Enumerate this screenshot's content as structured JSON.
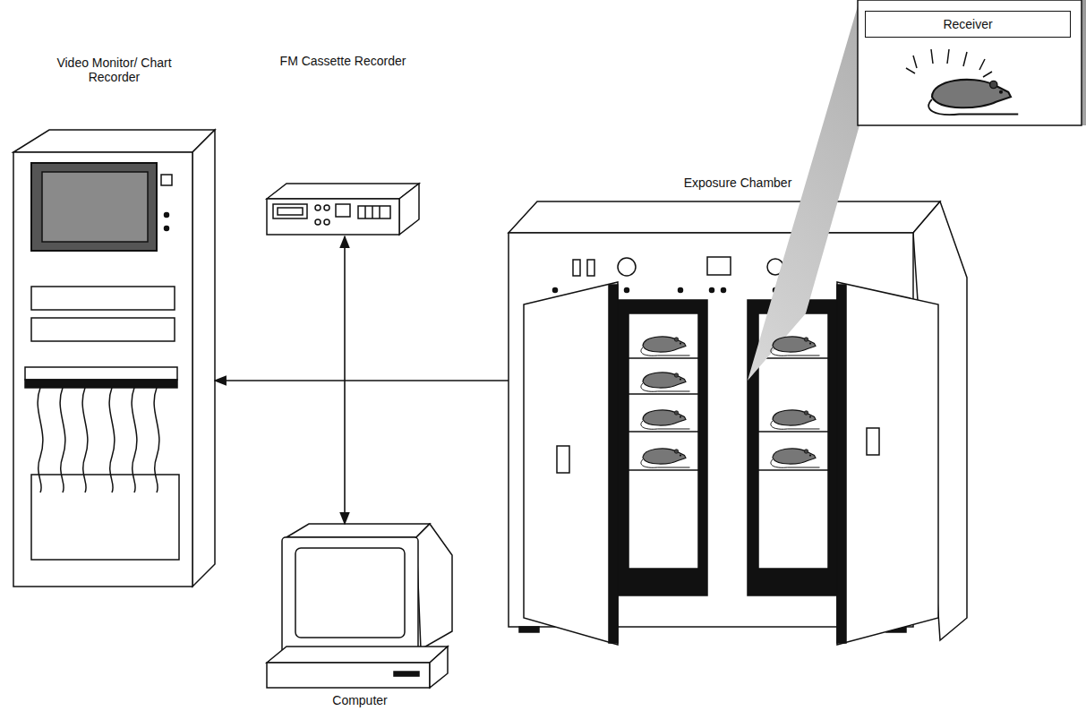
{
  "diagram": {
    "nodes": [
      {
        "text": [
          "Video Monitor/ Chart Recorder"
        ]
      },
      {
        "text": [
          "FM Cassette Recorder"
        ]
      },
      {
        "text": [
          "Exposure Chamber"
        ]
      },
      {
        "text": [
          "Computer"
        ]
      },
      {
        "text": [
          "Receiver"
        ]
      }
    ],
    "edges": [
      {
        "from": 2,
        "to": 0,
        "arrow": "to"
      },
      {
        "from": 1,
        "to": 3,
        "arrow": "both"
      }
    ]
  }
}
